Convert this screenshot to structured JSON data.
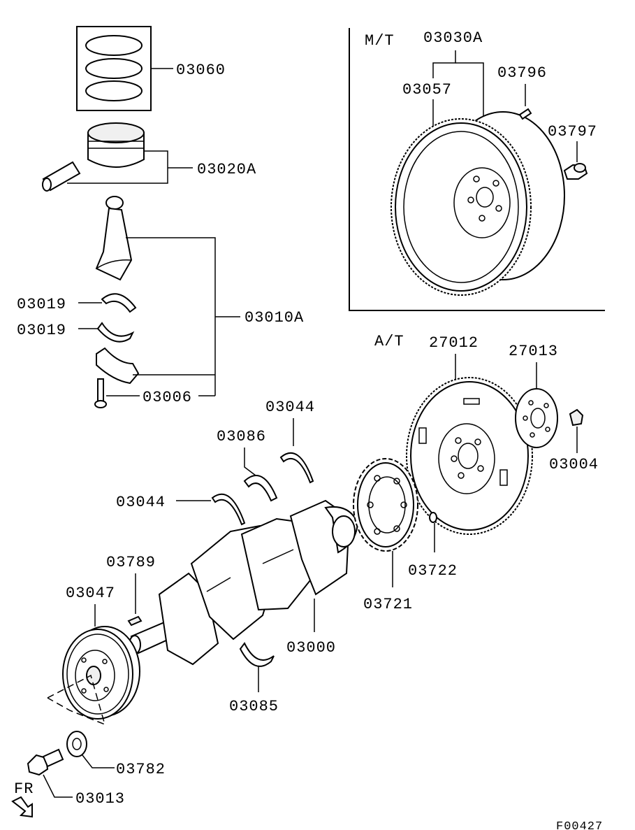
{
  "sections": {
    "mt_label": "M/T",
    "at_label": "A/T"
  },
  "parts": {
    "p03060": "03060",
    "p03020A": "03020A",
    "p03010A": "03010A",
    "p03019a": "03019",
    "p03019b": "03019",
    "p03006": "03006",
    "p03030A": "03030A",
    "p03057": "03057",
    "p03796": "03796",
    "p03797": "03797",
    "p27012": "27012",
    "p27013": "27013",
    "p03004": "03004",
    "p03044a": "03044",
    "p03044b": "03044",
    "p03086": "03086",
    "p03722": "03722",
    "p03721": "03721",
    "p03789": "03789",
    "p03047": "03047",
    "p03000": "03000",
    "p03085": "03085",
    "p03782": "03782",
    "p03013": "03013"
  },
  "direction_label": "FR",
  "figure_code": "F00427"
}
